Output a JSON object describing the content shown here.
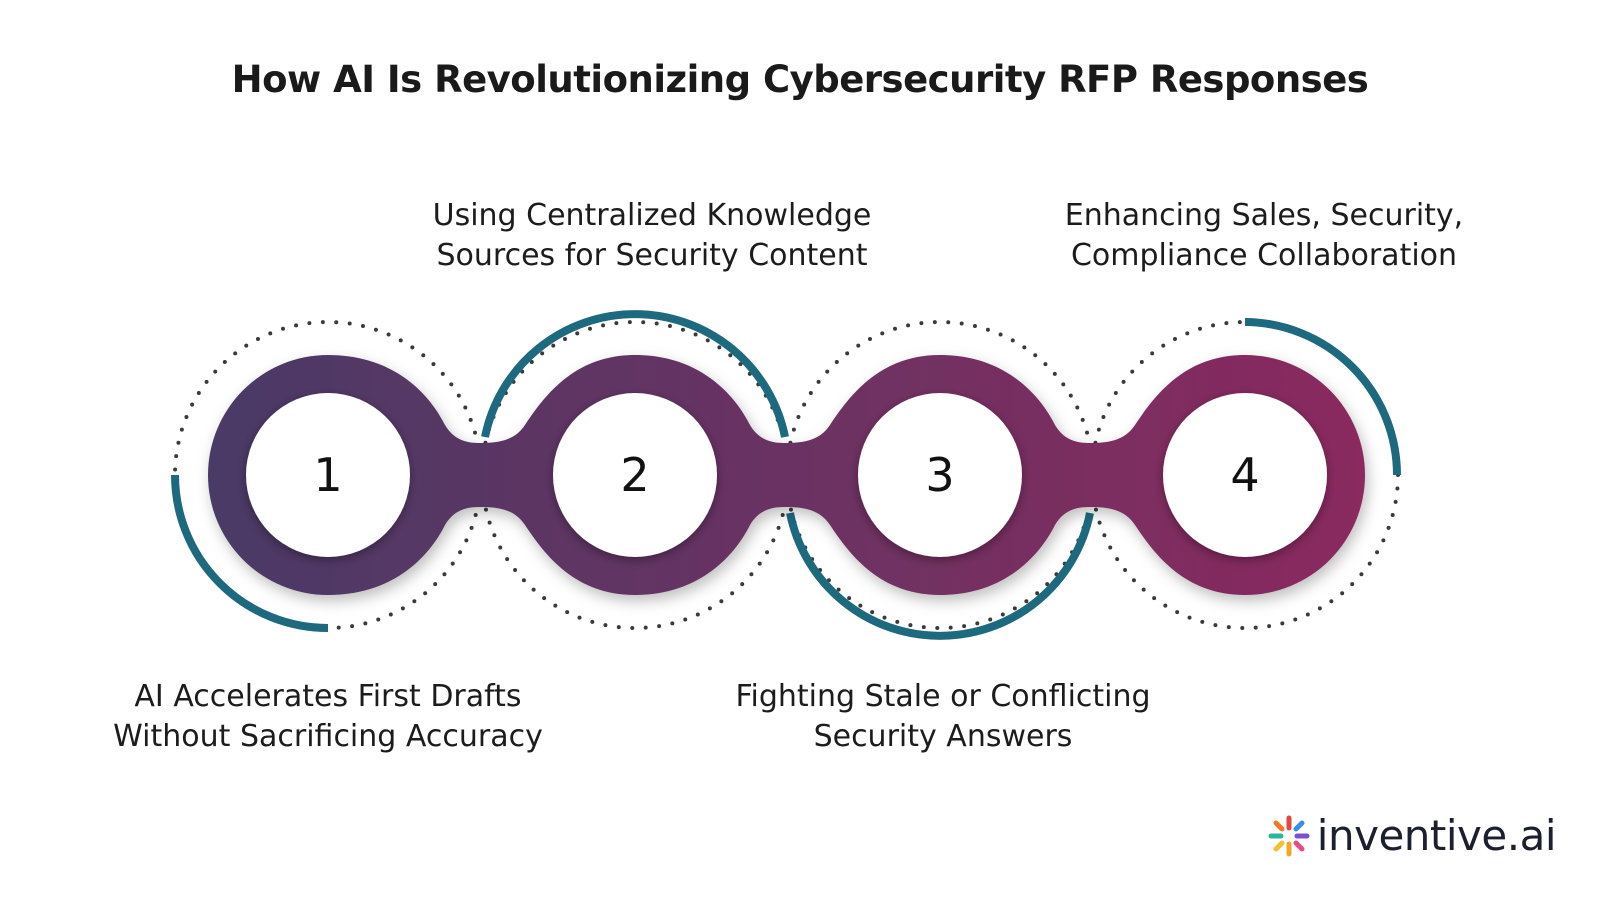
{
  "title": "How AI Is Revolutionizing Cybersecurity RFP Responses",
  "steps": [
    {
      "number": "1",
      "label_lines": [
        "AI Accelerates First Drafts",
        "Without Sacrificing Accuracy"
      ]
    },
    {
      "number": "2",
      "label_lines": [
        "Using Centralized Knowledge",
        "Sources for Security Content"
      ]
    },
    {
      "number": "3",
      "label_lines": [
        "Fighting Stale or Conflicting",
        "Security Answers"
      ]
    },
    {
      "number": "4",
      "label_lines": [
        "Enhancing Sales, Security,",
        "Compliance Collaboration"
      ]
    }
  ],
  "colors": {
    "gradient_start": "#4a3a66",
    "gradient_end": "#8a2a5f",
    "accent_arc": "#1d6a7f",
    "dots": "#3a3a3a",
    "title": "#1a1a1a"
  },
  "logo": {
    "text": "inventive.ai",
    "icon": "inventive-burst-icon"
  }
}
